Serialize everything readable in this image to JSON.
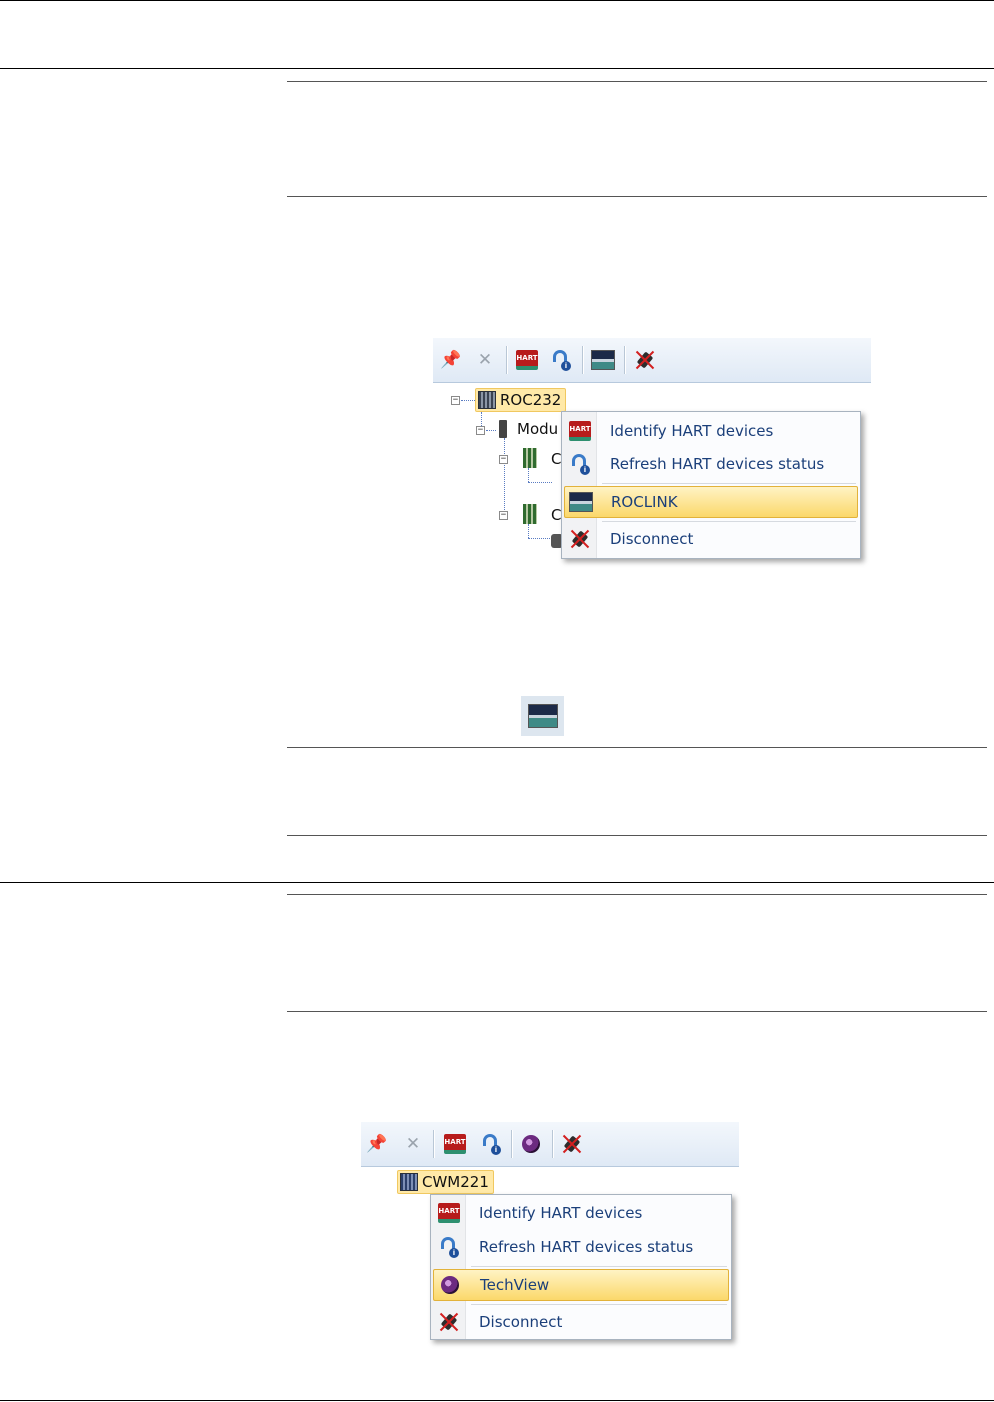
{
  "figure1": {
    "tree": {
      "root_label": "ROC232",
      "child_label": "Modu",
      "sub1_label": "C",
      "sub2_label": "C"
    },
    "menu": {
      "items": [
        {
          "label": "Identify HART devices",
          "icon": "hart-icon"
        },
        {
          "label": "Refresh HART devices status",
          "icon": "refresh-status-icon"
        },
        {
          "label": "ROCLINK",
          "icon": "roclink-icon",
          "highlighted": true
        },
        {
          "label": "Disconnect",
          "icon": "disconnect-icon"
        }
      ]
    },
    "toolbar_icons": [
      "pin-icon",
      "unpin-icon",
      "hart-icon",
      "refresh-status-icon",
      "roclink-icon",
      "disconnect-icon"
    ]
  },
  "inline_icon": "roclink-icon",
  "figure2": {
    "tree": {
      "root_label": "CWM221"
    },
    "menu": {
      "items": [
        {
          "label": "Identify HART devices",
          "icon": "hart-icon"
        },
        {
          "label": "Refresh HART devices status",
          "icon": "refresh-status-icon"
        },
        {
          "label": "TechView",
          "icon": "techview-icon",
          "highlighted": true
        },
        {
          "label": "Disconnect",
          "icon": "disconnect-icon"
        }
      ]
    },
    "toolbar_icons": [
      "pin-icon",
      "unpin-icon",
      "hart-icon",
      "refresh-status-icon",
      "techview-icon",
      "disconnect-icon"
    ]
  },
  "colors": {
    "menu_text": "#1b3f7a",
    "highlight": "#fbd86a",
    "toolbar": "#dfe9f5"
  }
}
